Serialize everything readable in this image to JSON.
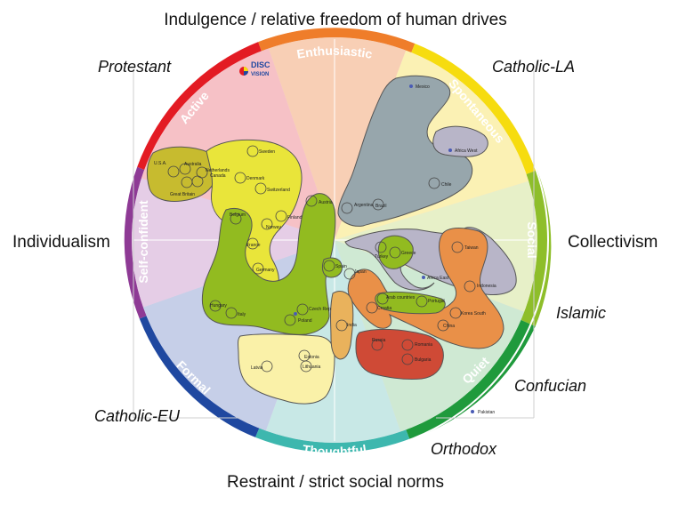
{
  "axes": {
    "top": "Indulgence / relative freedom of human drives",
    "bottom": "Restraint / strict social norms",
    "left": "Individualism",
    "right": "Collectivism"
  },
  "religions": {
    "protestant": "Protestant",
    "catholic_la": "Catholic-LA",
    "islamic": "Islamic",
    "confucian": "Confucian",
    "orthodox": "Orthodox",
    "catholic_eu": "Catholic-EU"
  },
  "segments": {
    "enthusiastic": "Enthusiastic",
    "spontaneous": "Spontaneous",
    "social": "Social",
    "quiet": "Quiet",
    "thoughtful": "Thoughtful",
    "formal": "Formal",
    "self_confident": "Self-confident",
    "active": "Active"
  },
  "segment_colors": {
    "enthusiastic": "#EF7D2A",
    "spontaneous": "#F6DC0F",
    "social": "#8EBE2A",
    "quiet": "#1F9A3C",
    "thoughtful": "#3DB7AE",
    "formal": "#1F48A0",
    "self_confident": "#8E3A95",
    "active": "#E31B23"
  },
  "logo": {
    "line1": "DISC",
    "line2": "VISION"
  },
  "countries": {
    "usa": "U.S.A.",
    "australia": "Australia",
    "netherlands": "Netherlands",
    "canada": "Canada",
    "great_britain": "Great Britain",
    "sweden": "Sweden",
    "denmark": "Denmark",
    "switzerland": "Switzerland",
    "belgium": "Belgium",
    "finland": "Finland",
    "norway": "Norway",
    "france": "France",
    "germany": "Germany",
    "austria": "Austria",
    "spain": "Spain",
    "hungary": "Hungary",
    "italy": "Italy",
    "czech_rep": "Czech Rep",
    "poland": "Poland",
    "estonia": "Estonia",
    "lithuania": "Lithuania",
    "latvia": "Latvia",
    "mexico": "Mexico",
    "africa_west": "Africa West",
    "chile": "Chile",
    "argentina": "Argentina",
    "brazil": "Brazil",
    "turkey": "Turkey",
    "greece": "Greece",
    "africa_east": "Africa East",
    "taiwan": "Taiwan",
    "indonesia": "Indonesia",
    "japan": "Japan",
    "arab_countries": "Arab countries",
    "croatia": "Croatia",
    "portugal": "Portugal",
    "korea_south": "Korea South",
    "china": "China",
    "india": "India",
    "russia": "Russia",
    "romania": "Romania",
    "bulgaria": "Bulgaria",
    "pakistan": "Pakistan"
  }
}
